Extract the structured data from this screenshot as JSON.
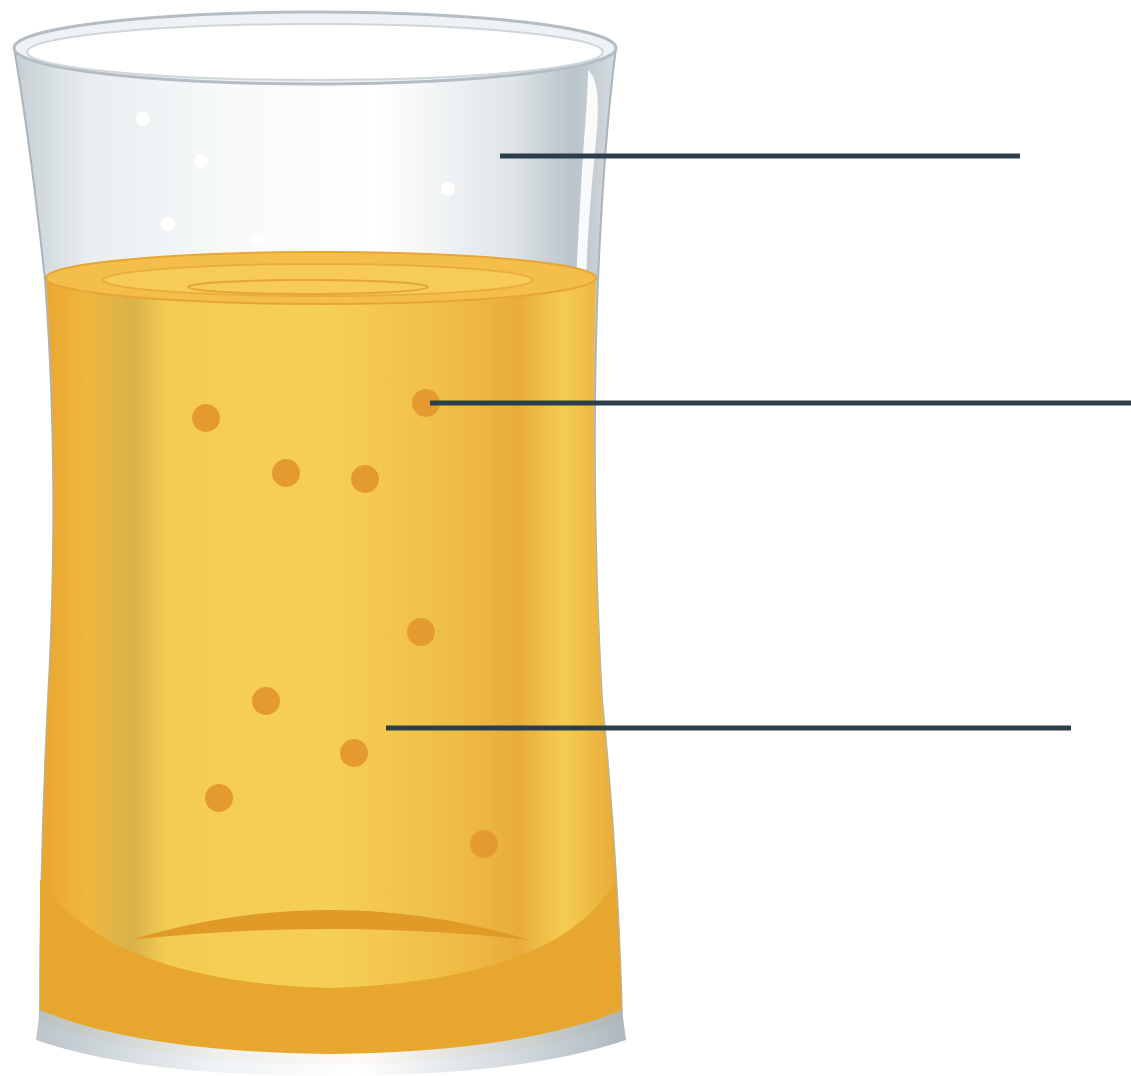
{
  "diagram": {
    "labels": [
      {
        "id": "air",
        "text": ""
      },
      {
        "id": "bubble",
        "text": ""
      },
      {
        "id": "liquid",
        "text": ""
      }
    ]
  },
  "colors": {
    "leader_line": "#2c3e4a",
    "juice_light": "#f6cf55",
    "juice_mid": "#efbc45",
    "juice_dark": "#e8a530",
    "bubble": "#e59a30",
    "glass_tint": "#cfd7dc",
    "air_bubble": "#ffffff"
  }
}
